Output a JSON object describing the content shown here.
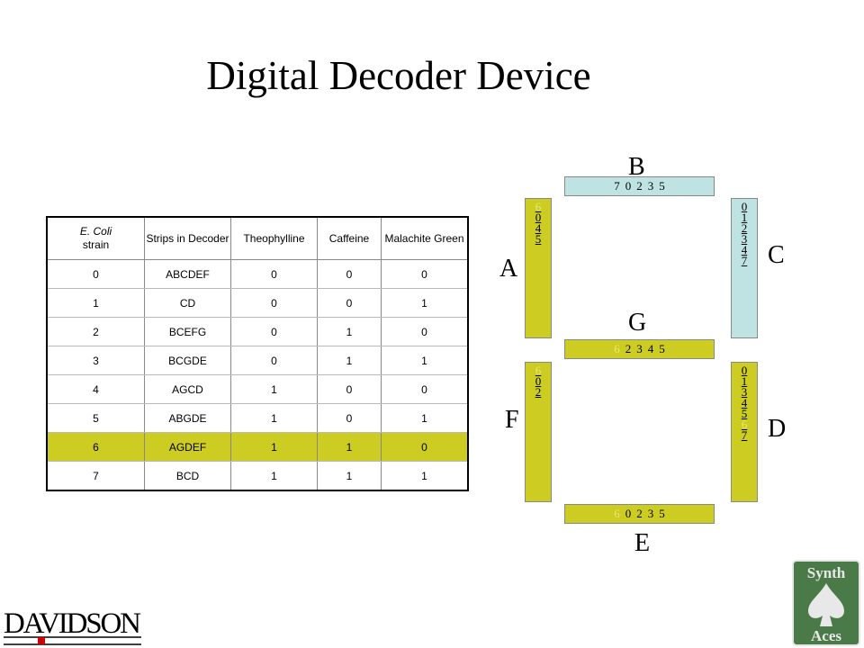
{
  "title": "Digital Decoder Device",
  "table": {
    "headers": [
      "strain",
      "Strips in Decoder",
      "Theophylline",
      "Caffeine",
      "Malachite Green"
    ],
    "header_ecoli": "E. Coli",
    "rows": [
      [
        "0",
        "ABCDEF",
        "0",
        "0",
        "0"
      ],
      [
        "1",
        "CD",
        "0",
        "0",
        "1"
      ],
      [
        "2",
        "BCEFG",
        "0",
        "1",
        "0"
      ],
      [
        "3",
        "BCGDE",
        "0",
        "1",
        "1"
      ],
      [
        "4",
        "AGCD",
        "1",
        "0",
        "0"
      ],
      [
        "5",
        "ABGDE",
        "1",
        "0",
        "1"
      ],
      [
        "6",
        "AGDEF",
        "1",
        "1",
        "0"
      ],
      [
        "7",
        "BCD",
        "1",
        "1",
        "1"
      ]
    ],
    "highlight_row": 6,
    "highlight_color": "#cccc22"
  },
  "segments": {
    "labels": {
      "A": "A",
      "B": "B",
      "C": "C",
      "D": "D",
      "E": "E",
      "F": "F",
      "G": "G"
    },
    "B": [
      "7",
      "0",
      "2",
      "3",
      "5"
    ],
    "G": [
      "6",
      "2",
      "3",
      "4",
      "5"
    ],
    "E": [
      "6",
      "0",
      "2",
      "3",
      "5"
    ],
    "A": [
      "6",
      "0",
      "4",
      "5"
    ],
    "F": [
      "6",
      "0",
      "2"
    ],
    "C": [
      "0",
      "1",
      "2",
      "3",
      "4",
      "7"
    ],
    "D": [
      "0",
      "1",
      "3",
      "4",
      "5",
      "6",
      "7"
    ]
  },
  "colors": {
    "yellow": "#cccc22",
    "blue": "#bfe3e3"
  },
  "logos": {
    "left": "DAVIDSON",
    "right_top": "Synth",
    "right_bottom": "Aces"
  }
}
